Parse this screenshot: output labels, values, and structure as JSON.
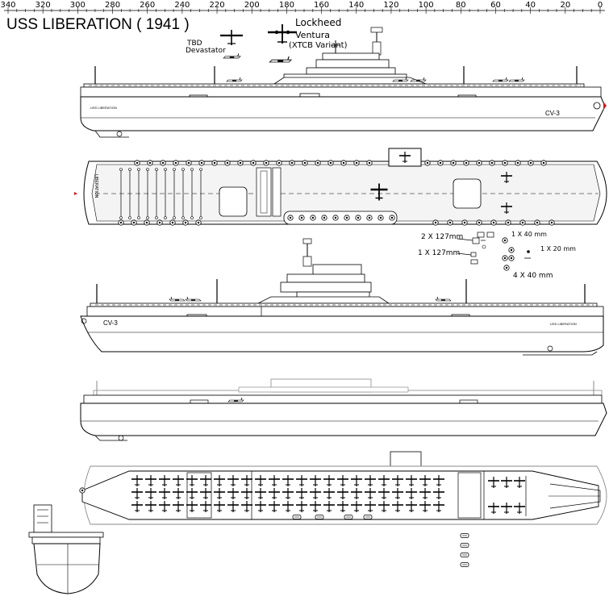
{
  "title": "USS LIBERATION ( 1941 )",
  "scale_ruler": {
    "ticks": [
      "340",
      "320",
      "300",
      "280",
      "260",
      "240",
      "220",
      "200",
      "180",
      "160",
      "140",
      "120",
      "100",
      "80",
      "60",
      "40",
      "20",
      "0"
    ]
  },
  "aircraft_labels": {
    "tbd_line1": "TBD",
    "tbd_line2": "Devastator",
    "lockheed_line1": "Lockheed",
    "lockheed_line2": "Ventura",
    "lockheed_line3": "(XTCB Variant)"
  },
  "hull_markings": {
    "profile_top_name": "USS LIBERATION",
    "profile_top_hull": "CV-3",
    "profile_bottom_name": "USS LIBERATION",
    "profile_bottom_hull": "CV-3",
    "deck_code": "LIBERATION"
  },
  "armament_labels": {
    "twin_127": "2 X 127mm",
    "single_127": "1 X 127mm",
    "single_40": "1 X 40 mm",
    "single_20": "1 X 20 mm",
    "quad_40": "4 X 40 mm"
  },
  "colors": {
    "line": "#000000",
    "faint_line": "#8a8a8a",
    "hull_fill": "#ffffff",
    "deck_fill": "#f4f4f4",
    "bow_marker": "#d01818"
  }
}
